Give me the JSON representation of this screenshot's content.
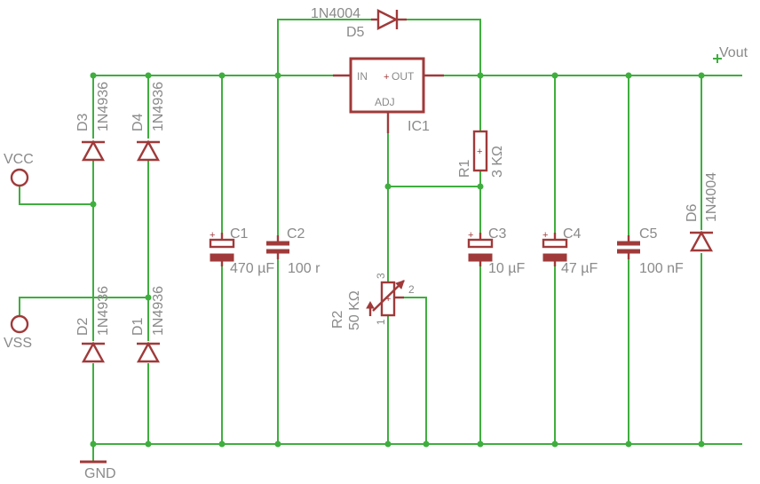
{
  "nets": {
    "vout": "Vout",
    "vcc": "VCC",
    "vss": "VSS",
    "gnd": "GND"
  },
  "regulator": {
    "name": "IC1",
    "pin_in": "IN",
    "pin_out": "OUT",
    "pin_adj": "ADJ"
  },
  "diodes": {
    "d1": {
      "name": "D1",
      "value": "1N4936"
    },
    "d2": {
      "name": "D2",
      "value": "1N4936"
    },
    "d3": {
      "name": "D3",
      "value": "1N4936"
    },
    "d4": {
      "name": "D4",
      "value": "1N4936"
    },
    "d5": {
      "name": "D5",
      "value": "1N4004"
    },
    "d6": {
      "name": "D6",
      "value": "1N4004"
    }
  },
  "capacitors": {
    "c1": {
      "name": "C1",
      "value": "470 µF"
    },
    "c2": {
      "name": "C2",
      "value": "100 r"
    },
    "c3": {
      "name": "C3",
      "value": "10 µF"
    },
    "c4": {
      "name": "C4",
      "value": "47 µF"
    },
    "c5": {
      "name": "C5",
      "value": "100 nF"
    }
  },
  "resistors": {
    "r1": {
      "name": "R1",
      "value": "3 KΩ"
    },
    "r2": {
      "name": "R2",
      "value": "50 KΩ",
      "pin1": "1",
      "pin2": "2",
      "pin3": "3"
    }
  }
}
